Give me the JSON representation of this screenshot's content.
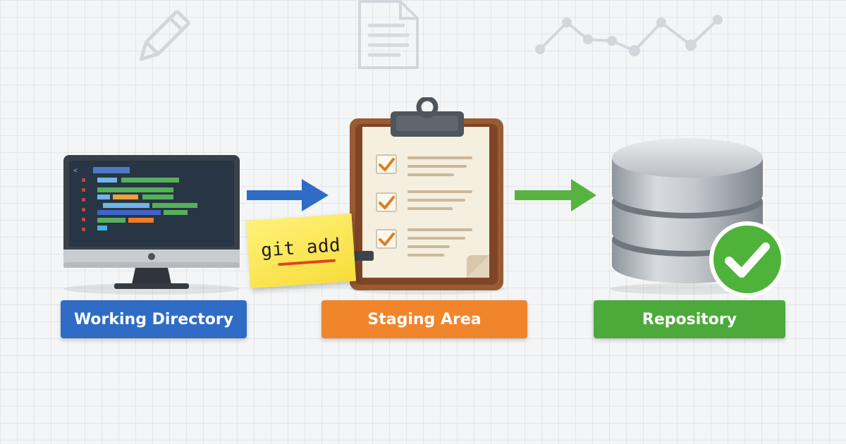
{
  "stages": [
    {
      "label": "Working Directory",
      "color": "#2f6cc6"
    },
    {
      "label": "Staging Area",
      "color": "#f0852b"
    },
    {
      "label": "Repository",
      "color": "#4caa3a"
    }
  ],
  "command": "git add",
  "colors": {
    "arrow_1": "#2f6cc6",
    "arrow_2": "#56b33f",
    "check": "#4fb33a",
    "underline": "#e0451d"
  },
  "icons": {
    "background": [
      "pencil-icon",
      "document-icon",
      "line-chart-icon"
    ],
    "working_directory": "monitor-code-icon",
    "staging_area": "clipboard-checklist-icon",
    "repository": "database-icon",
    "status": "checkmark-badge-icon"
  }
}
